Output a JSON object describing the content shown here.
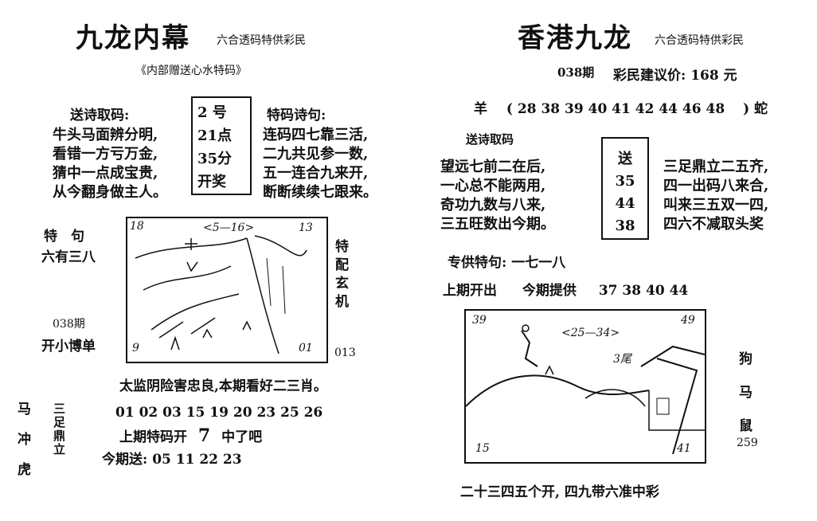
{
  "left": {
    "title": "九龙内幕",
    "subtitle": "六合透码特供彩民",
    "tagline": "《内部赠送心水特码》",
    "poem_title": "送诗取码:",
    "poem_lines": [
      "牛头马面辨分明,",
      "看错一方亏万金,",
      "猜中一点成宝贵,",
      "从今翻身做主人。"
    ],
    "box_lines": [
      "2 号",
      "21点",
      "35分",
      "开奖"
    ],
    "code_poem_title": "特码诗句:",
    "code_poem_lines": [
      "连码四七靠三活,",
      "二九共见参一数,",
      "五一连合九来开,",
      "断断续续七跟来。"
    ],
    "special_title": "特　句",
    "special_text": "六有三八",
    "issue": "038期",
    "issue_sub": "开小博单",
    "vertical_note": "特配玄机",
    "sketch_labels": {
      "tl": "18",
      "top": "<5—16>",
      "tr": "13",
      "bl": "9",
      "br": "01"
    },
    "side_num": "013",
    "proverb": "太监阴险害忠良,本期看好二三肖。",
    "left_vertical_a": [
      "马",
      "冲",
      "虎"
    ],
    "left_vertical_b": "三足鼎立",
    "numbers_row": "01 02 03 15 19 20 23 25 26",
    "last_issue_text": "上期特码开",
    "last_issue_num": "7",
    "last_issue_suffix": "中了吧",
    "this_issue": "今期送: 05 11 22 23"
  },
  "right": {
    "title": "香港九龙",
    "subtitle": "六合透码特供彩民",
    "issue": "038期",
    "price": "彩民建议价: 168 元",
    "sheep_label": "羊",
    "sheep_numbers": "( 28 38 39 40 41 42 44 46 48　 )",
    "snake_label": "蛇",
    "poem_title": "送诗取码",
    "poem_lines": [
      "望远七前二在后,",
      "一心总不能两用,",
      "奇功九数与八来,",
      "三五旺数出今期。"
    ],
    "box_lines": [
      "送",
      "35",
      "44",
      "38"
    ],
    "poem2_lines": [
      "三足鼎立二五齐,",
      "四一出码八来合,",
      "叫来三五双一四,",
      "四六不减取头奖"
    ],
    "special_line": "专供特句: 一七一八",
    "last_out": "上期开出",
    "this_offer": "今期提供",
    "offer_numbers": "37 38 40 44",
    "sketch_labels": {
      "tl": "39",
      "top": "<25—34>",
      "tr": "49",
      "bl": "15",
      "br": "41",
      "mid": "3尾"
    },
    "animals": [
      "狗",
      "马",
      "鼠"
    ],
    "animal_num": "259",
    "bottom_line": "二十三四五个开, 四九带六准中彩"
  }
}
